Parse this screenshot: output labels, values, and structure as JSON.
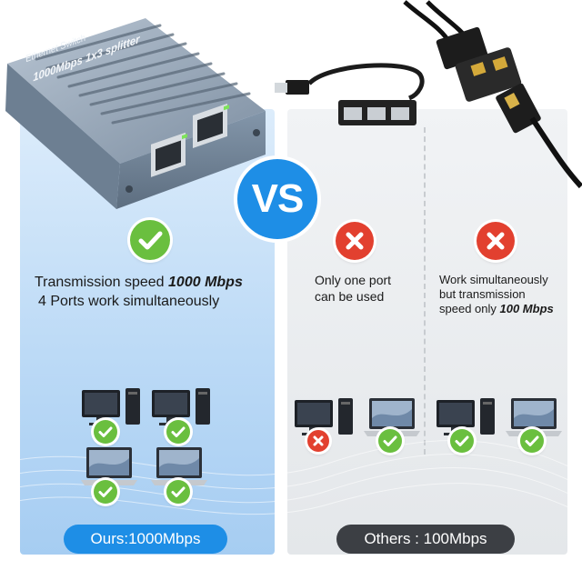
{
  "product": {
    "label_line1": "Ethernet Switch",
    "label_line2": "1000Mbps 1x3 splitter"
  },
  "vs_label": "VS",
  "ours": {
    "line1_prefix": "Transmission speed ",
    "line1_bold": "1000 Mbps",
    "line2": "4 Ports work simultaneously",
    "pill": "Ours:1000Mbps"
  },
  "others": {
    "col1": {
      "line1": "Only one port",
      "line2": "can be used"
    },
    "col2": {
      "line1": "Work simultaneously",
      "line2": "but transmission",
      "line3_prefix": "speed only ",
      "line3_bold": "100 Mbps"
    },
    "pill": "Others : 100Mbps"
  },
  "colors": {
    "accent_blue": "#1e8ee6",
    "ok_green": "#6abf3f",
    "error_red": "#e2402f",
    "dark_pill": "#3c3f44"
  }
}
